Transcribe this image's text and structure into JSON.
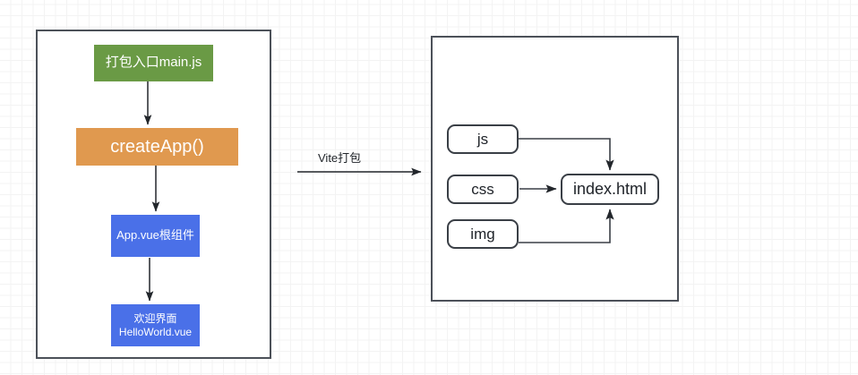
{
  "diagram": {
    "title_note": "Vite build flow diagram",
    "left_panel": {
      "name": "source-flow-panel",
      "nodes": [
        {
          "id": "entry",
          "label": "打包入口main.js",
          "color": "#6a9a45"
        },
        {
          "id": "createapp",
          "label": "createApp()",
          "color": "#e0994f"
        },
        {
          "id": "appvue",
          "label": "App.vue根组件",
          "color": "#4a70e8"
        },
        {
          "id": "hello",
          "label": "欢迎界面\nHelloWorld.vue",
          "color": "#4a70e8"
        }
      ],
      "connectors": [
        {
          "from": "entry",
          "to": "createapp",
          "style": "vertical-arrow"
        },
        {
          "from": "createapp",
          "to": "appvue",
          "style": "vertical-arrow"
        },
        {
          "from": "appvue",
          "to": "hello",
          "style": "vertical-arrow"
        }
      ]
    },
    "middle": {
      "arrow_label": "Vite打包",
      "arrow_direction": "left-to-right"
    },
    "right_panel": {
      "name": "build-output-panel",
      "assets": [
        {
          "id": "js",
          "label": "js"
        },
        {
          "id": "css",
          "label": "css"
        },
        {
          "id": "img",
          "label": "img"
        }
      ],
      "output": {
        "id": "index",
        "label": "index.html"
      },
      "connectors": [
        {
          "from": "js",
          "to": "index",
          "style": "elbow-down-arrow"
        },
        {
          "from": "css",
          "to": "index",
          "style": "straight-arrow"
        },
        {
          "from": "img",
          "to": "index",
          "style": "elbow-up-arrow"
        }
      ]
    },
    "colors": {
      "entry_green": "#6a9a45",
      "createapp_orange": "#e0994f",
      "component_blue": "#4a70e8",
      "panel_border": "#4c5159",
      "asset_border": "#3a3f46",
      "grid_line": "#f3f3f3",
      "background": "#ffffff"
    }
  }
}
